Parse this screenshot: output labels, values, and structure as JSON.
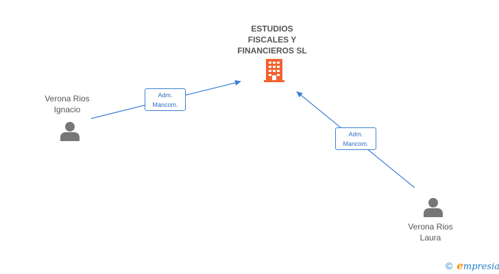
{
  "company": {
    "name": "ESTUDIOS\nFISCALES Y\nFINANCIEROS SL",
    "icon": "building-icon",
    "icon_color": "#f4622f"
  },
  "people": [
    {
      "name": "Verona Rios\nIgnacio",
      "icon": "person-icon"
    },
    {
      "name": "Verona Rios\nLaura",
      "icon": "person-icon"
    }
  ],
  "edges": [
    {
      "label": "Adm.\nMancom.",
      "from": "Verona Rios Ignacio",
      "to": "ESTUDIOS FISCALES Y FINANCIEROS SL"
    },
    {
      "label": "Adm.\nMancom.",
      "from": "Verona Rios Laura",
      "to": "ESTUDIOS FISCALES Y FINANCIEROS SL"
    }
  ],
  "footer": {
    "copyright": "©",
    "brand_initial": "e",
    "brand_rest": "mpresia"
  },
  "colors": {
    "edge": "#3a7ed6",
    "person_icon": "#777777",
    "brand": "#1e7ec8",
    "brand_accent": "#f29400"
  }
}
